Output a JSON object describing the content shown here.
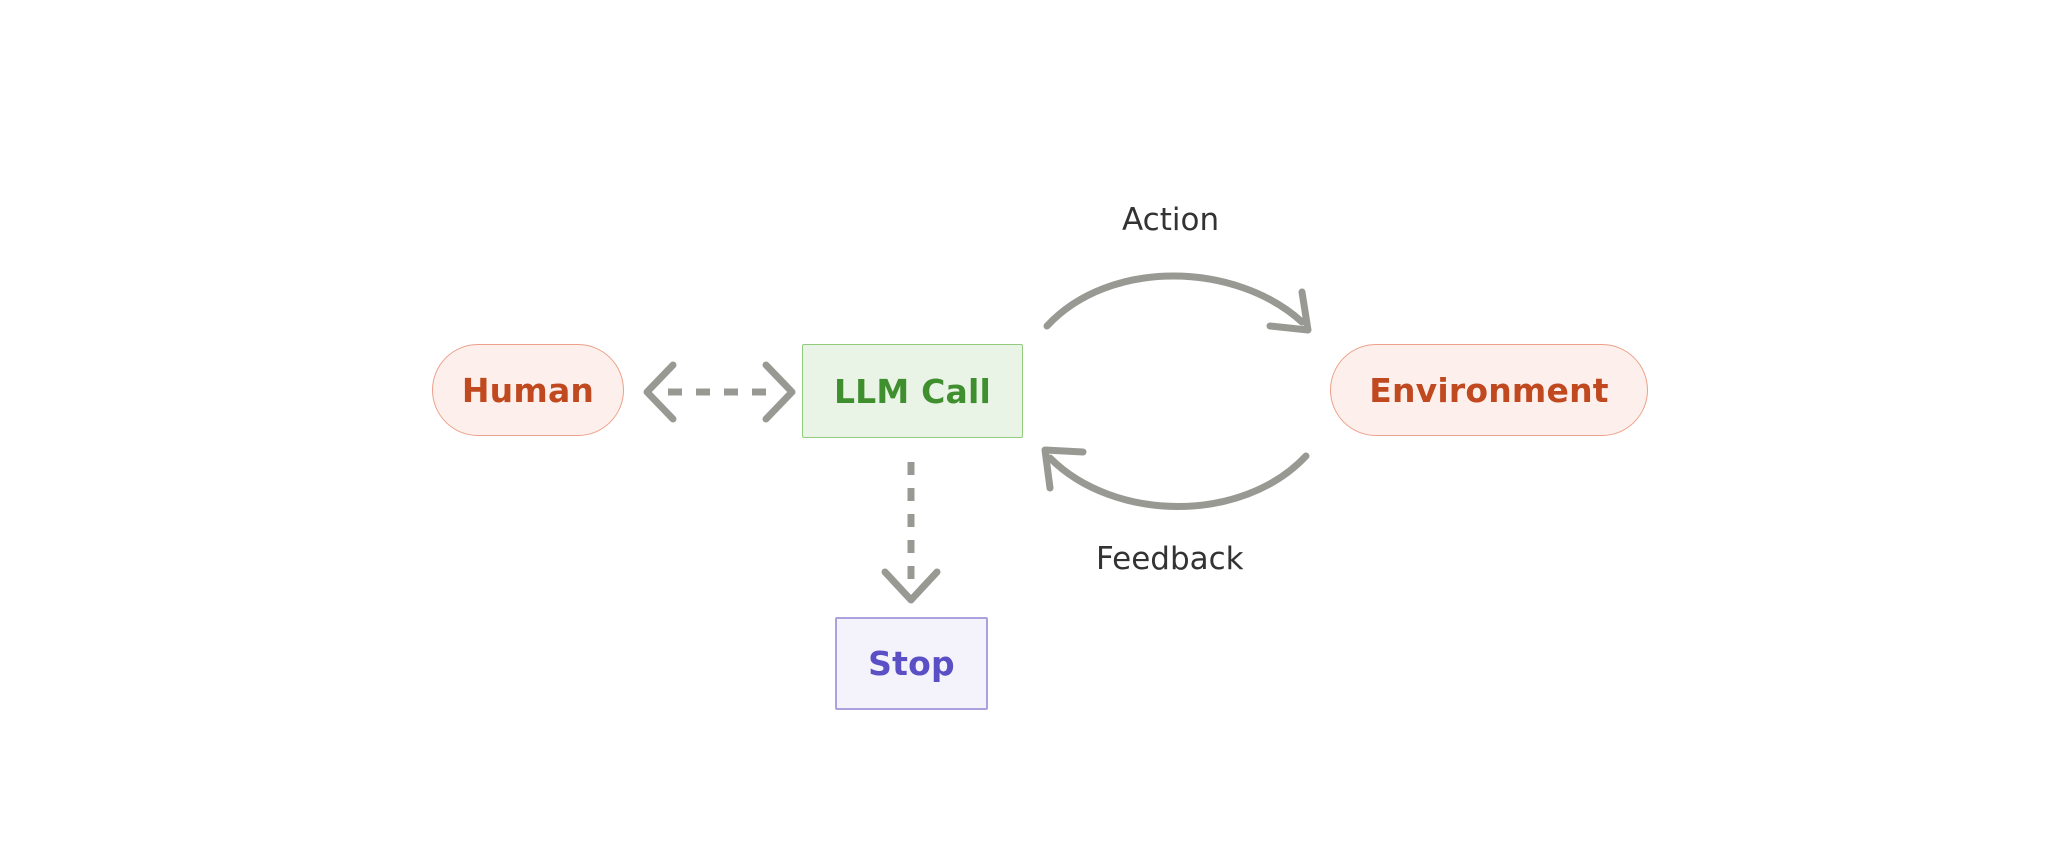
{
  "diagram": {
    "title": "Agent loop diagram",
    "background_color": "#ffffff",
    "nodes": [
      {
        "id": "human",
        "label": "Human",
        "shape": "stadium",
        "fill": "#fdefeb",
        "stroke": "#eda08a",
        "text_color": "#c0491f"
      },
      {
        "id": "llm_call",
        "label": "LLM Call",
        "shape": "rectangle",
        "fill": "#eaf4e6",
        "stroke": "#92ca7e",
        "text_color": "#3f8f2f"
      },
      {
        "id": "environment",
        "label": "Environment",
        "shape": "stadium",
        "fill": "#fdefeb",
        "stroke": "#eda08a",
        "text_color": "#c0491f"
      },
      {
        "id": "stop",
        "label": "Stop",
        "shape": "rectangle",
        "fill": "#f4f2fb",
        "stroke": "#a9a2de",
        "text_color": "#5a4fc4"
      }
    ],
    "edges": [
      {
        "id": "human-llm",
        "from": "human",
        "to": "llm_call",
        "label": "",
        "style": "dashed",
        "direction": "bidirectional",
        "color": "#999994"
      },
      {
        "id": "llm-environment",
        "from": "llm_call",
        "to": "environment",
        "label": "Action",
        "style": "solid",
        "direction": "forward",
        "color": "#999994"
      },
      {
        "id": "environment-llm",
        "from": "environment",
        "to": "llm_call",
        "label": "Feedback",
        "style": "solid",
        "direction": "forward",
        "color": "#999994"
      },
      {
        "id": "llm-stop",
        "from": "llm_call",
        "to": "stop",
        "label": "",
        "style": "dashed",
        "direction": "forward",
        "color": "#999994"
      }
    ],
    "edge_label_color": "#333333"
  }
}
